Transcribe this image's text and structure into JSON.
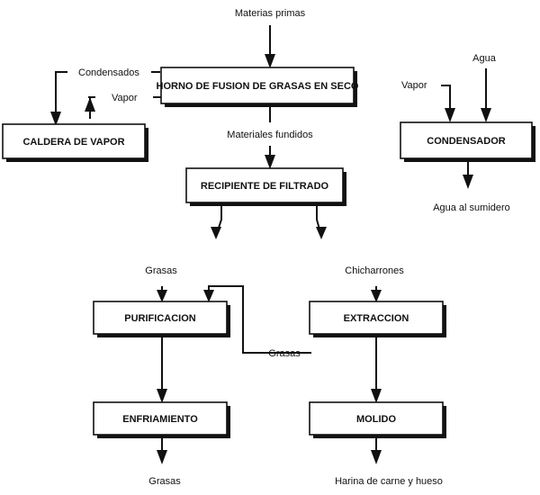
{
  "labels": {
    "materias_primas": "Materias primas",
    "condensados": "Condensados",
    "vapor_left": "Vapor",
    "materiales_fundidos": "Materiales fundidos",
    "agua": "Agua",
    "vapor_right": "Vapor",
    "agua_sumidero": "Agua al sumidero",
    "grasas_in": "Grasas",
    "chicharrones": "Chicharrones",
    "grasas_mid": "Grasas",
    "grasas_out": "Grasas",
    "harina": "Harina de carne y hueso"
  },
  "boxes": {
    "horno": "HORNO DE FUSION DE GRASAS EN SECO",
    "caldera": "CALDERA DE VAPOR",
    "condensador": "CONDENSADOR",
    "recipiente": "RECIPIENTE DE FILTRADO",
    "purificacion": "PURIFICACION",
    "extraccion": "EXTRACCION",
    "enfriamiento": "ENFRIAMIENTO",
    "molido": "MOLIDO"
  }
}
